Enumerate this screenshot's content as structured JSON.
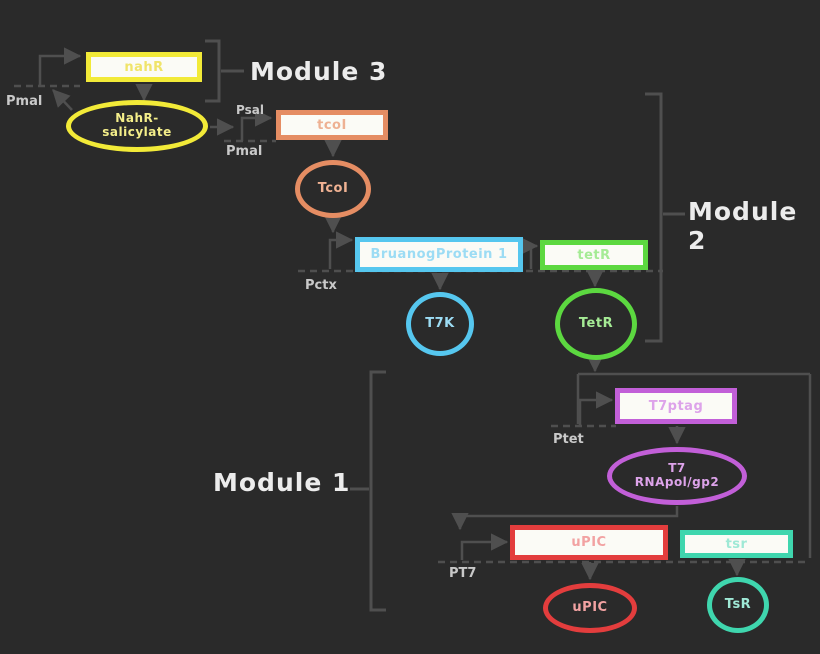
{
  "background_color": "#2a2a2a",
  "wire_color": "#4f4f4f",
  "modules": {
    "m3": "Module 3",
    "m2": "Module 2",
    "m1": "Module 1"
  },
  "promoters": {
    "pmal_left": "Pmal",
    "psal": "Psal",
    "pmal_right": "Pmal",
    "pctx": "Pctx",
    "ptet": "Ptet",
    "pt7": "PT7"
  },
  "colors": {
    "yellow": "#f2ea38",
    "orange": "#e58d63",
    "blue": "#56c7ef",
    "green": "#5cd840",
    "purple": "#c25fd8",
    "red": "#e33d3d",
    "teal": "#3fd6ae"
  },
  "nodes": {
    "nahr_gene": {
      "label": "nahR"
    },
    "nahr_protein": {
      "line1": "NahR-",
      "line2": "salicylate"
    },
    "tcoi_gene": {
      "label": "tcoI"
    },
    "tcoi_protein": {
      "label": "TcoI"
    },
    "blue_gene": {
      "label": "BruanogProtein 1"
    },
    "t7k_protein": {
      "label": "T7K"
    },
    "tetr_gene": {
      "label": "tetR"
    },
    "tetr_protein": {
      "label": "TetR"
    },
    "t7ptag_gene": {
      "label": "T7ptag"
    },
    "t7rnapol_protein": {
      "line1": "T7",
      "line2": "RNApol/gp2"
    },
    "upic_gene": {
      "label": "uPIC"
    },
    "upic_protein": {
      "label": "uPIC"
    },
    "tsr_gene": {
      "label": "tsr"
    },
    "tsr_protein": {
      "label": "TsR"
    }
  }
}
